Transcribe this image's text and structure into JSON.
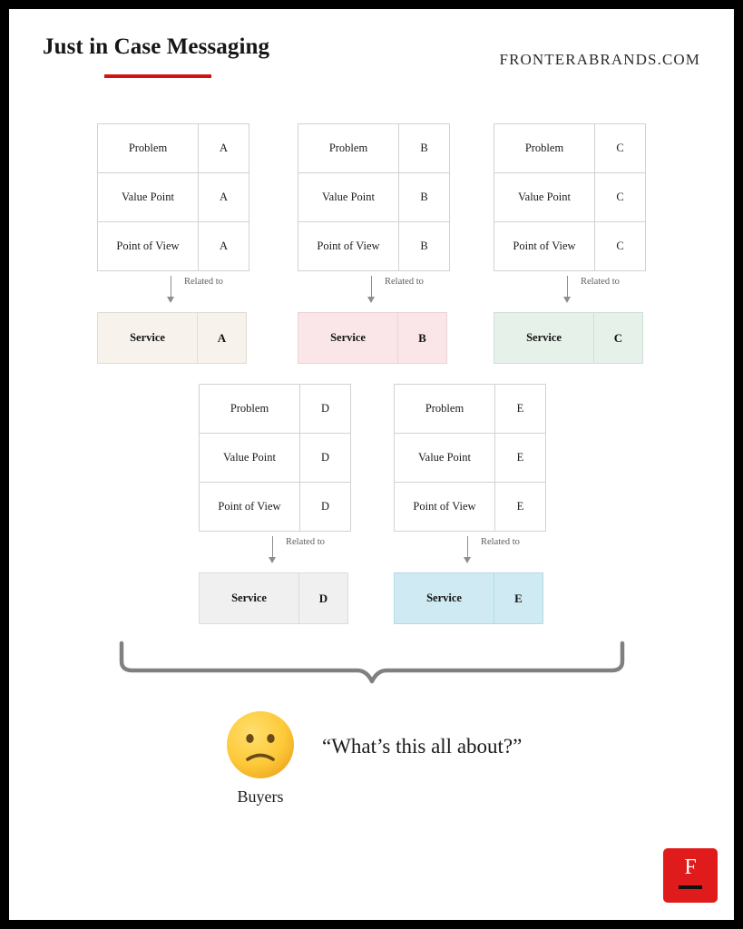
{
  "header": {
    "title": "Just in Case Messaging",
    "site_url": "FRONTERABRANDS.COM",
    "rule_color": "#d31414"
  },
  "row_labels": [
    "Problem",
    "Value Point",
    "Point of View"
  ],
  "connector_label": "Related to",
  "service_label": "Service",
  "clusters": [
    {
      "id": "a",
      "letter": "A",
      "rows": [
        {
          "label": "Problem",
          "value": "A"
        },
        {
          "label": "Value Point",
          "value": "A"
        },
        {
          "label": "Point of View",
          "value": "A"
        }
      ],
      "connector": "Related to",
      "service": {
        "name": "Service",
        "letter": "A",
        "color": "#f7f3ec",
        "border": "#e0dcd2"
      }
    },
    {
      "id": "b",
      "letter": "B",
      "rows": [
        {
          "label": "Problem",
          "value": "B"
        },
        {
          "label": "Value Point",
          "value": "B"
        },
        {
          "label": "Point of View",
          "value": "B"
        }
      ],
      "connector": "Related to",
      "service": {
        "name": "Service",
        "letter": "B",
        "color": "#fae6e8",
        "border": "#eed2d5"
      }
    },
    {
      "id": "c",
      "letter": "C",
      "rows": [
        {
          "label": "Problem",
          "value": "C"
        },
        {
          "label": "Value Point",
          "value": "C"
        },
        {
          "label": "Point of View",
          "value": "C"
        }
      ],
      "connector": "Related to",
      "service": {
        "name": "Service",
        "letter": "C",
        "color": "#e6f1ea",
        "border": "#cfe0d5"
      }
    },
    {
      "id": "d",
      "letter": "D",
      "rows": [
        {
          "label": "Problem",
          "value": "D"
        },
        {
          "label": "Value Point",
          "value": "D"
        },
        {
          "label": "Point of View",
          "value": "D"
        }
      ],
      "connector": "Related to",
      "service": {
        "name": "Service",
        "letter": "D",
        "color": "#f0f0f0",
        "border": "#dcdcdc"
      }
    },
    {
      "id": "e",
      "letter": "E",
      "rows": [
        {
          "label": "Problem",
          "value": "E"
        },
        {
          "label": "Value Point",
          "value": "E"
        },
        {
          "label": "Point of View",
          "value": "E"
        }
      ],
      "connector": "Related to",
      "service": {
        "name": "Service",
        "letter": "E",
        "color": "#cfeaf2",
        "border": "#b3dbe6"
      }
    }
  ],
  "audience": {
    "face_icon": "confused-face-emoji",
    "label": "Buyers",
    "quote": "“What’s this all about?”"
  },
  "logo": {
    "letter": "F",
    "background": "#e01b1b",
    "rule_color": "#111111"
  }
}
